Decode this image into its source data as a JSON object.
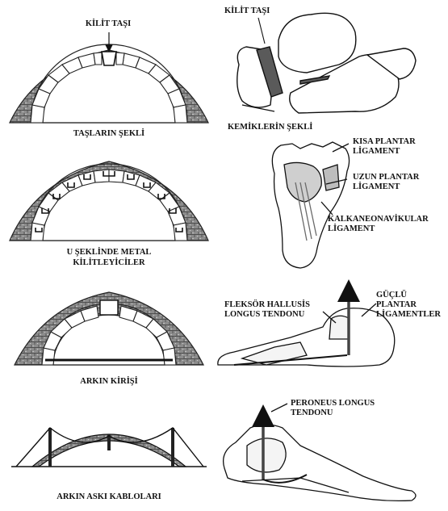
{
  "left": {
    "p1": {
      "keystone": "KİLİT TAŞI",
      "caption": "TAŞLARIN ŞEKLİ"
    },
    "p2": {
      "caption_1": "U ŞEKLİNDE METAL",
      "caption_2": "KİLİTLEYİCİLER"
    },
    "p3": {
      "caption": "ARKIN KİRİŞİ"
    },
    "p4": {
      "caption": "ARKIN ASKI KABLOLARI"
    }
  },
  "right": {
    "p1": {
      "keystone": "KİLİT TAŞI",
      "caption": "KEMİKLERİN ŞEKLİ"
    },
    "p2": {
      "short_1": "KISA PLANTAR",
      "short_2": "LİGAMENT",
      "long_1": "UZUN PLANTAR",
      "long_2": "LİGAMENT",
      "calc_1": "KALKANEONAVİKULAR",
      "calc_2": "LİGAMENT"
    },
    "p3": {
      "flexor_1": "FLEKSÖR HALLUSİS",
      "flexor_2": "LONGUS TENDONU",
      "strong_1": "GÜÇLÜ",
      "strong_2": "PLANTAR",
      "strong_3": "LİGAMENTLER"
    },
    "p4": {
      "peroneus_1": "PERONEUS LONGUS",
      "peroneus_2": "TENDONU"
    }
  },
  "colors": {
    "ink": "#111111",
    "stone": "#8c8c8c",
    "stone_dark": "#5a5a5a",
    "bone": "#ffffff"
  }
}
